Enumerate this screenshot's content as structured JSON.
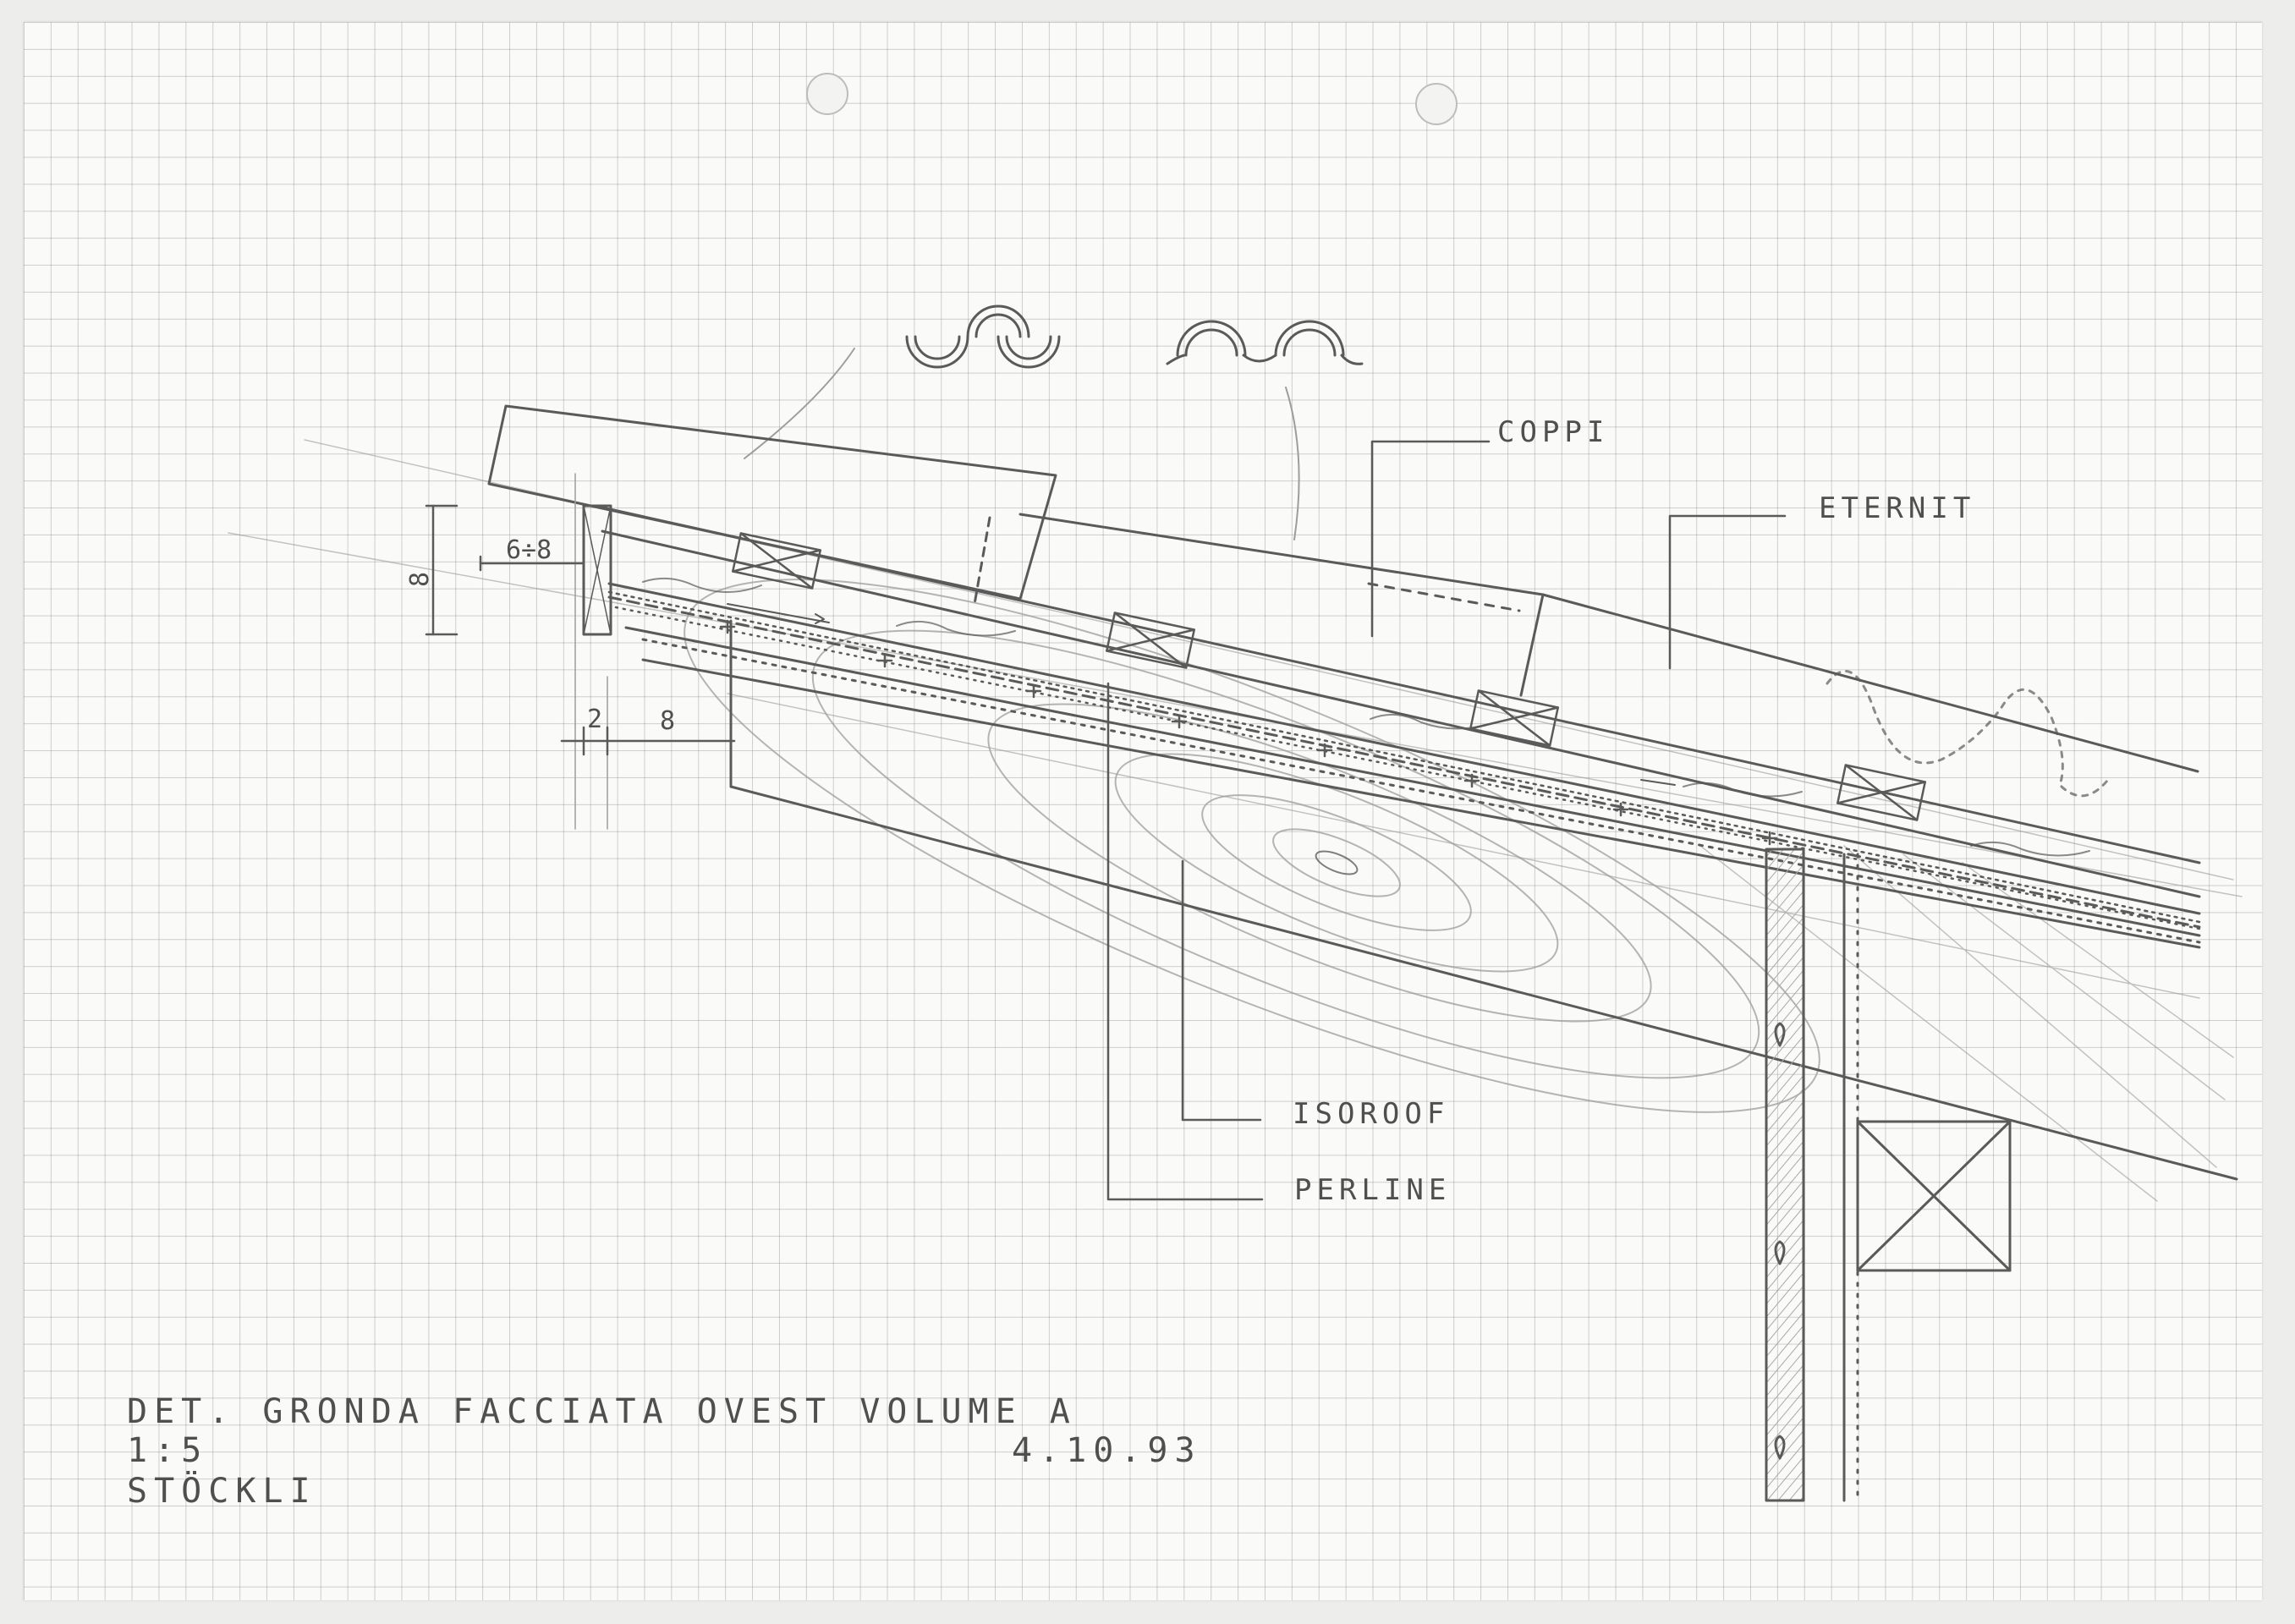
{
  "labels": {
    "coppi": "COPPI",
    "eternit": "ETERNIT",
    "isoroof": "ISOROOF",
    "perline": "PERLINE"
  },
  "dimensions": {
    "overhang_range": "6÷8",
    "board_height": "8",
    "gap_small": "2",
    "gap_large": "8"
  },
  "title_block": {
    "title": "DET. GRONDA FACCIATA OVEST VOLUME A",
    "scale": "1:5",
    "date": "4.10.93",
    "author": "STÖCKLI"
  }
}
